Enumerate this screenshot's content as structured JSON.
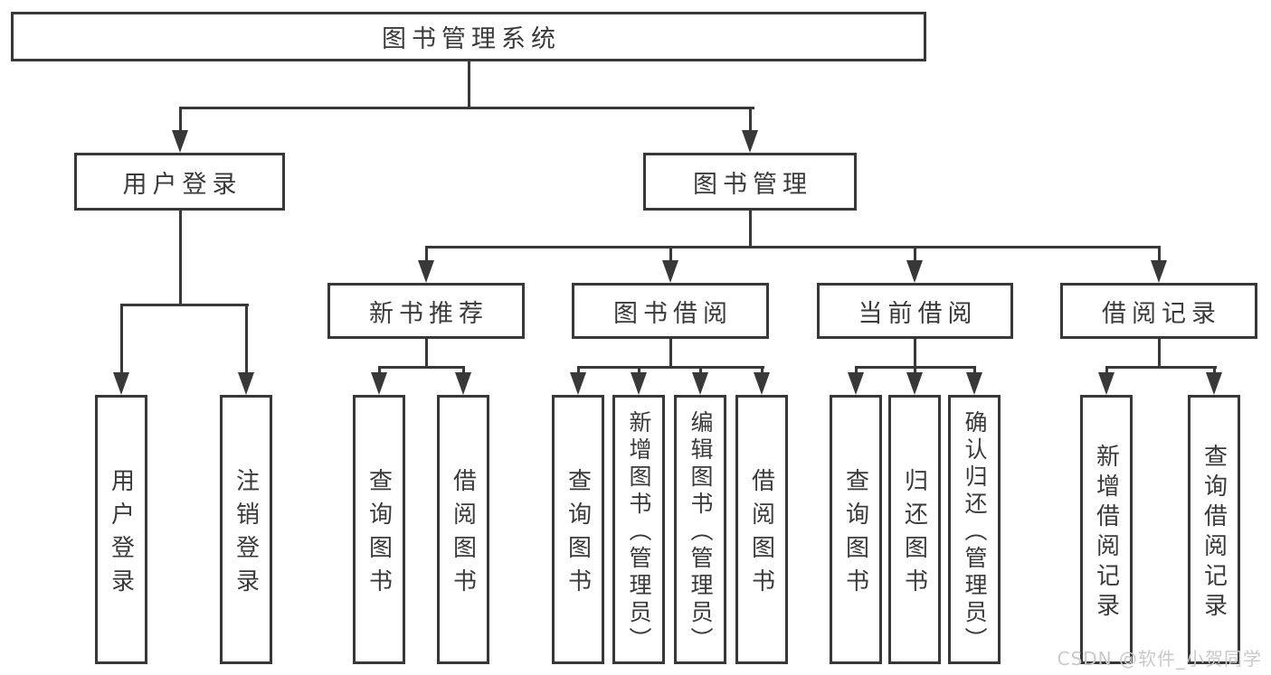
{
  "tree": {
    "root": {
      "label": "图书管理系统",
      "children": [
        {
          "label": "用户登录",
          "children": [
            {
              "label": "用户登录"
            },
            {
              "label": "注销登录"
            }
          ]
        },
        {
          "label": "图书管理",
          "children": [
            {
              "label": "新书推荐",
              "children": [
                {
                  "label": "查询图书"
                },
                {
                  "label": "借阅图书"
                }
              ]
            },
            {
              "label": "图书借阅",
              "children": [
                {
                  "label": "查询图书"
                },
                {
                  "label": "新增图书（管理员）"
                },
                {
                  "label": "编辑图书（管理员）"
                },
                {
                  "label": "借阅图书"
                }
              ]
            },
            {
              "label": "当前借阅",
              "children": [
                {
                  "label": "查询图书"
                },
                {
                  "label": "归还图书"
                },
                {
                  "label": "确认归还（管理员）"
                }
              ]
            },
            {
              "label": "借阅记录",
              "children": [
                {
                  "label": "新增借阅记录"
                },
                {
                  "label": "查询借阅记录"
                }
              ]
            }
          ]
        }
      ]
    }
  },
  "watermark": {
    "text": "CSDN @软件_小贺同学"
  },
  "colors": {
    "line": "#383838",
    "text": "#3a3a3a",
    "background": "#ffffff",
    "watermark": "#c9c9c9"
  }
}
